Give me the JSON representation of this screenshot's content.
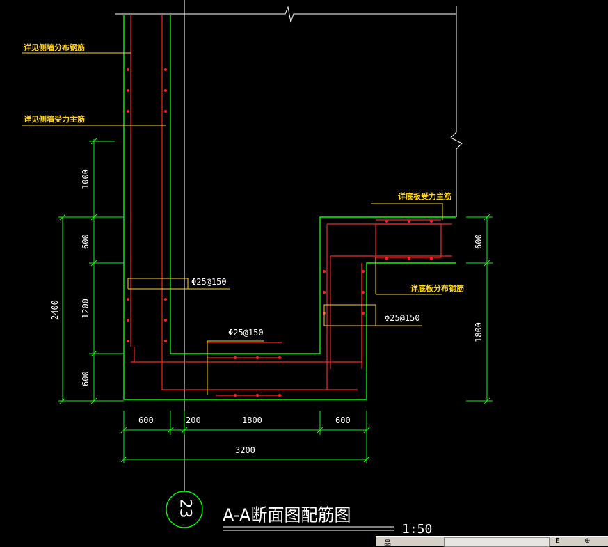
{
  "labels": {
    "side_wall_dist": "详见侧墙分布钢筋",
    "side_wall_main": "详见侧墙受力主筋",
    "bottom_main": "详底板受力主筋",
    "bottom_dist": "详底板分布钢筋"
  },
  "rebar": {
    "left": "Φ25@150",
    "bottom": "Φ25@150",
    "right": "Φ25@150"
  },
  "dims": {
    "left_1000": "1000",
    "left_600_top": "600",
    "left_1200": "1200",
    "left_600_bot": "600",
    "left_total": "2400",
    "right_600": "600",
    "right_1800": "1800",
    "bot_600_a": "600",
    "bot_200": "200",
    "bot_1800": "1800",
    "bot_600_b": "600",
    "bot_total": "3200"
  },
  "detail": {
    "number": "23",
    "title": "A-A断面图配筋图",
    "scale": "1:50"
  },
  "colors": {
    "concrete": "#00ff00",
    "rebar": "#ff2020",
    "leader": "#ffd21f",
    "dimension": "#00ff00",
    "text": "#ffffff"
  },
  "taskbar": {
    "item1": "品",
    "item2": "Ê",
    "item3": "⊕"
  }
}
